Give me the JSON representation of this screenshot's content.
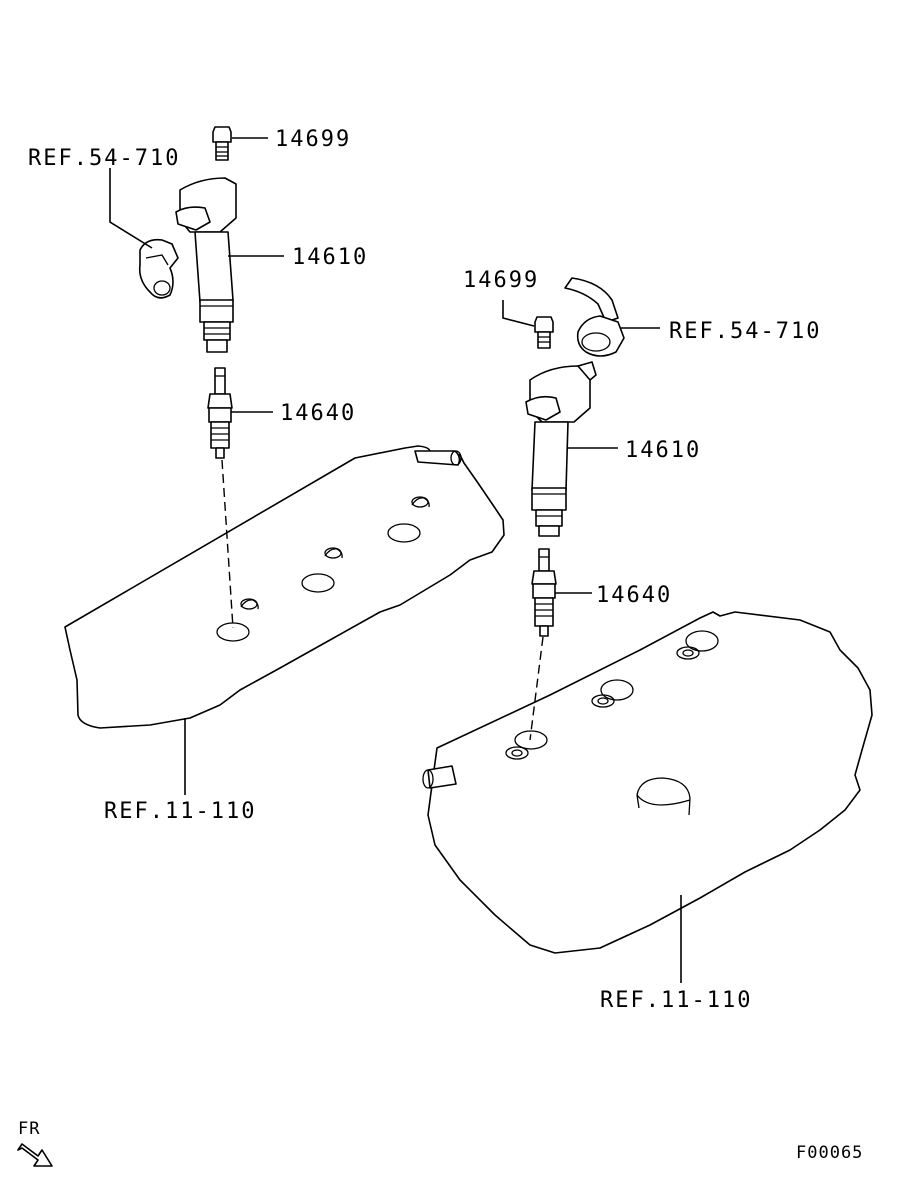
{
  "labels": {
    "left": {
      "bolt": "14699",
      "connector": "REF.54-710",
      "coil": "14610",
      "plug": "14640",
      "cover": "REF.11-110"
    },
    "right": {
      "bolt": "14699",
      "connector": "REF.54-710",
      "coil": "14610",
      "plug": "14640",
      "cover": "REF.11-110"
    },
    "direction": "FR",
    "figure_code": "F00065"
  },
  "icons": {
    "direction_arrow": "front-direction-arrow-icon"
  }
}
